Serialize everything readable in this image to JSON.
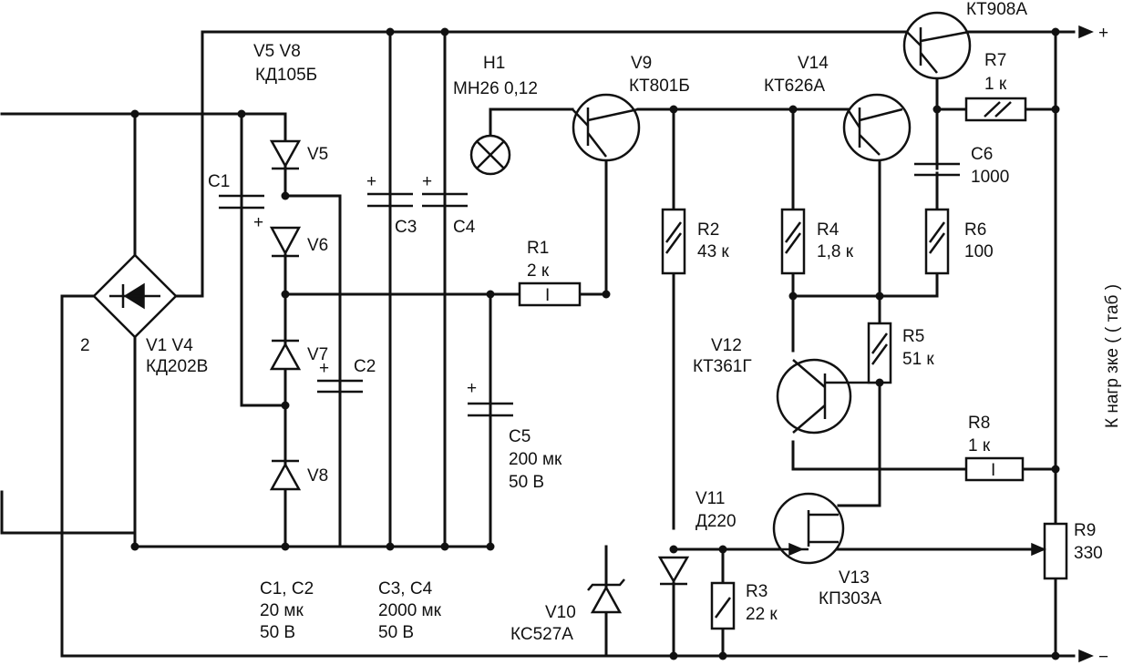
{
  "components": {
    "v5v8_header": "V5  V8",
    "v5v8_type": "КД105Б",
    "v5": "V5",
    "v6": "V6",
    "v7": "V7",
    "v8": "V8",
    "c1": "C1",
    "c2": "C2",
    "c3": "C3",
    "c4": "C4",
    "transformer_winding": "2",
    "bridge_name": "V1   V4",
    "bridge_type": "КД202В",
    "h1_name": "H1",
    "h1_type": "МН26  0,12",
    "v9_name": "V9",
    "v9_type": "КТ801Б",
    "v14_name": "V14",
    "v14_type": "КТ626А",
    "kt908_type": "КТ908А",
    "r7_name": "R7",
    "r7_value": "1 к",
    "c6_name": "C6",
    "c6_value": "1000",
    "r1_name": "R1",
    "r1_value": "2 к",
    "r1_marking": "I",
    "r2_name": "R2",
    "r2_value": "43 к",
    "r4_name": "R4",
    "r4_value": "1,8 к",
    "r6_name": "R6",
    "r6_value": "100",
    "v12_name": "V12",
    "v12_type": "КТ361Г",
    "r5_name": "R5",
    "r5_value": "51 к",
    "r8_name": "R8",
    "r8_value": "1 к",
    "r8_marking": "I",
    "c5_name": "C5",
    "c5_value": "200 мк",
    "c5_voltage": "50 В",
    "v11_name": "V11",
    "v11_type": "Д220",
    "r9_name": "R9",
    "r9_value": "330",
    "r3_name": "R3",
    "r3_value": "22 к",
    "v13_name": "V13",
    "v13_type": "КП303А",
    "v10_name": "V10",
    "v10_type": "КС527А",
    "c1c2_names": "C1, C2",
    "c1c2_value": "20 мк",
    "c1c2_voltage": "50 В",
    "c3c4_names": "C3, C4",
    "c3c4_value": "2000 мк",
    "c3c4_voltage": "50 В",
    "polarity_plus": "+",
    "output_plus": "+",
    "output_minus": "−",
    "load_label": "К нагр зке ( ( таб )"
  }
}
